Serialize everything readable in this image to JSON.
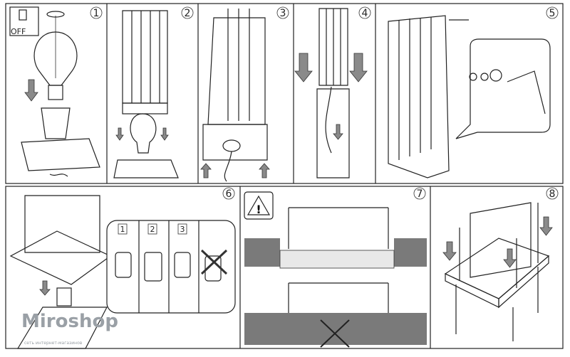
{
  "steps": [
    "1",
    "2",
    "3",
    "4",
    "5",
    "6",
    "7",
    "8"
  ],
  "step6_substeps": [
    "1",
    "2",
    "3"
  ],
  "switch_label": "OFF",
  "warning_symbol": "!",
  "watermark": {
    "brand": "Miroshop",
    "tagline": "сеть интернет-магазинов"
  },
  "colors": {
    "line": "#222222",
    "arrow": "#8a8a8a",
    "watermark": "#9aa0a6"
  }
}
